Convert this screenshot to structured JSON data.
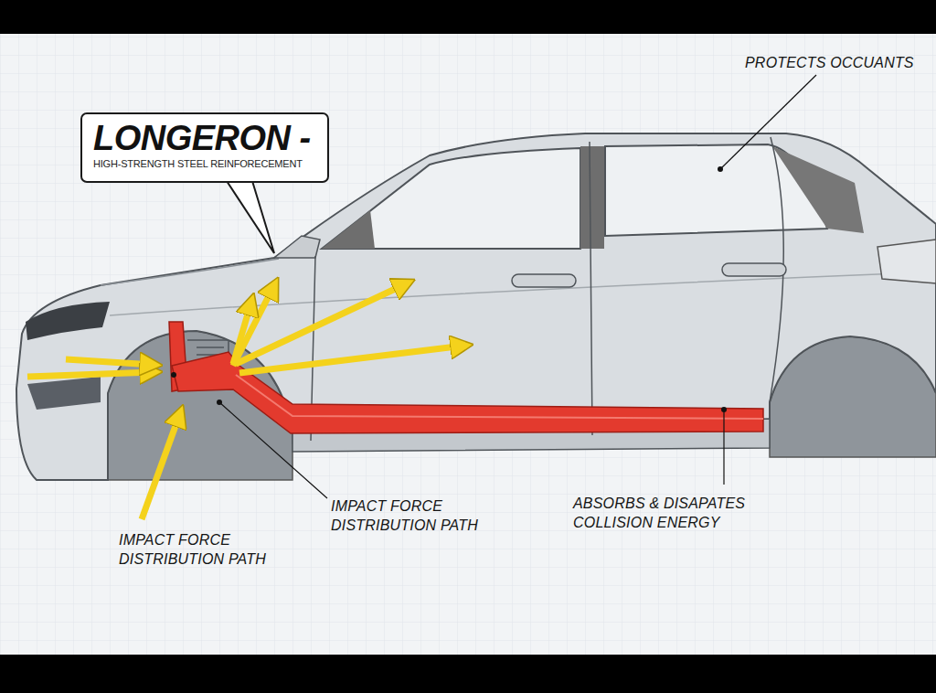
{
  "diagram": {
    "nodes": [
      {
        "text": [
          "LONGERON -",
          "HIGH-STRENGTH STEEL REINFORECEMENT"
        ]
      }
    ],
    "labels": [
      "PROTECTS OCCUANTS",
      "IMPACT FORCE DISTRIBUTION PATH",
      "IMPACT FORCE DISTRIBUTION PATH",
      "ABSORBS & DISAPATES COLLISION ENERGY"
    ]
  }
}
